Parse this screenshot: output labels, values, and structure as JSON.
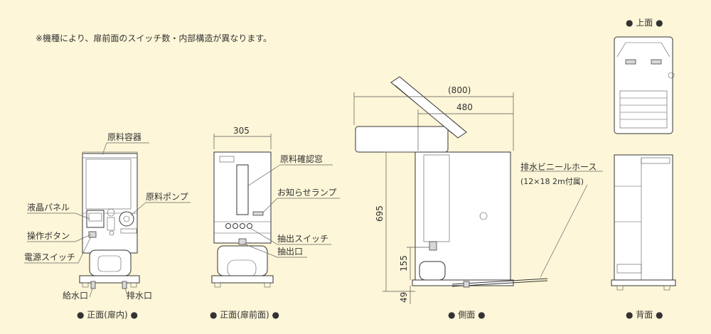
{
  "note": "※機種により、扉前面のスイッチ数・内部構造が異なります。",
  "views": {
    "inner_front": "● 正面(扉内) ●",
    "door_front": "● 正面(扉前面) ●",
    "side": "● 側面 ●",
    "top": "● 上面 ●",
    "back": "● 背面 ●"
  },
  "labels": {
    "container": "原料容器",
    "liquid_panel": "液晶パネル",
    "pump": "原料ポンプ",
    "button": "操作ボタン",
    "power_switch": "電源スイッチ",
    "water_inlet": "給水口",
    "drain": "排水口",
    "check_window": "原料確認窓",
    "notice_lamp": "お知らせランプ",
    "dispense_switch": "抽出スイッチ",
    "outlet": "抽出口",
    "hose_line1": "排水ビニールホース",
    "hose_line2": "(12×18 2m付属)"
  },
  "dimensions": {
    "width": "305",
    "depth_open": "(800)",
    "depth": "480",
    "height": "695",
    "outlet_height": "155",
    "base_height": "49"
  }
}
